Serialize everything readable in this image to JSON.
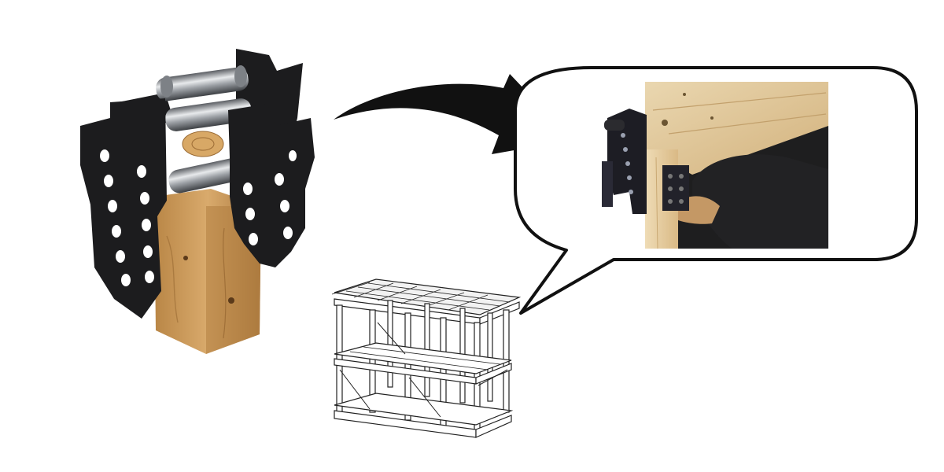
{
  "illustration": {
    "product": "post-connector-bracket",
    "detail": "installed-connector-closeup",
    "frame": "timber-frame-wireframe"
  },
  "colors": {
    "background": "#ffffff",
    "steel": "#1c1c1e",
    "chrome": "#b9bcc0",
    "wood": "#c99a5e",
    "wood_light": "#e2c99b",
    "outline": "#111111"
  }
}
